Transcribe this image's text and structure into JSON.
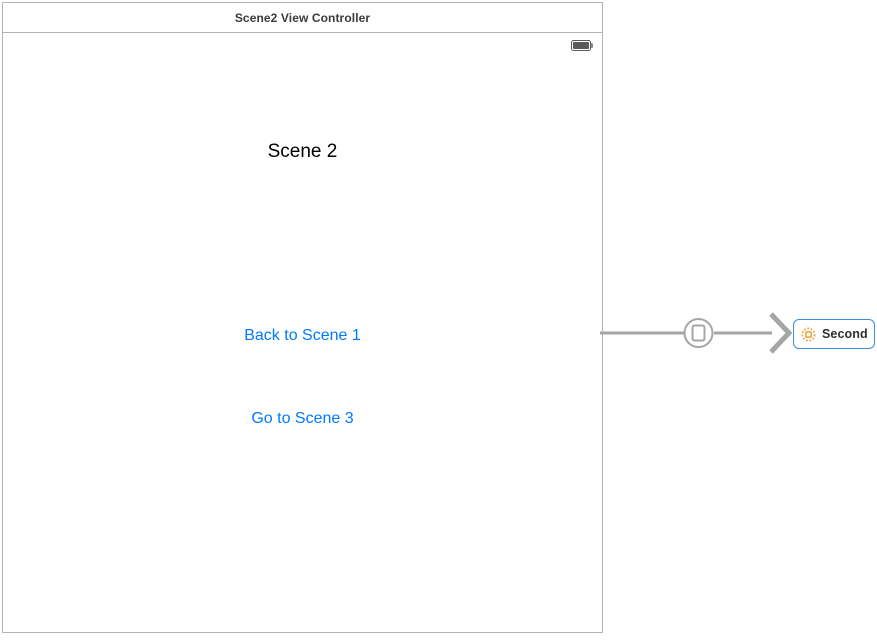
{
  "scene": {
    "title": "Scene2 View Controller",
    "status_bar": {
      "battery_icon": "battery-full-icon"
    },
    "content": {
      "heading": "Scene 2",
      "buttons": [
        {
          "label": "Back to Scene 1",
          "color": "#007aff"
        },
        {
          "label": "Go to Scene 3",
          "color": "#007aff"
        }
      ]
    }
  },
  "segue": {
    "connector_icon": "segue-show-icon",
    "arrow_icon": "arrow-right-icon",
    "line_color": "#a6a6a6"
  },
  "destination": {
    "label": "Second",
    "icon": "tab-bar-item-icon",
    "border_color": "#3e8edd",
    "icon_color": "#e8a33d"
  },
  "colors": {
    "canvas_border": "#b4b4b4",
    "title_text": "#3b3b3b",
    "link_blue": "#007aff",
    "connector_gray": "#a6a6a6",
    "badge_blue": "#3e8edd",
    "badge_orange": "#e8a33d"
  }
}
